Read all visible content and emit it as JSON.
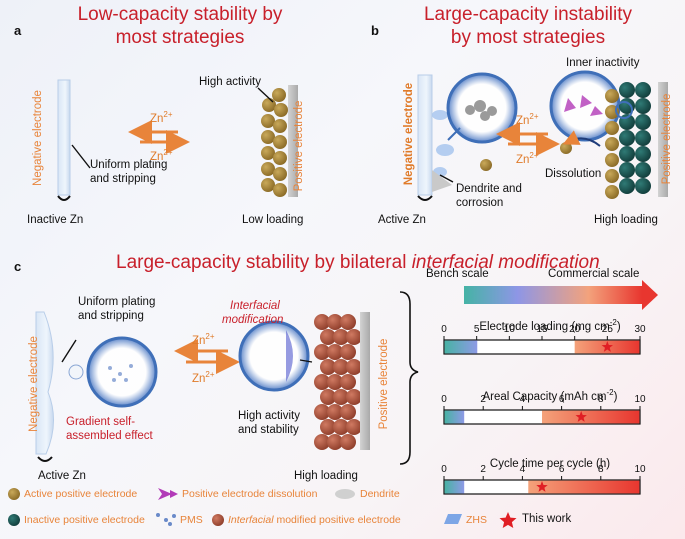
{
  "panels": {
    "a": {
      "letter": "a",
      "title_line1": "Low-capacity stability by",
      "title_line2": "most strategies",
      "negative_label": "Negative electrode",
      "positive_label": "Positive electrode",
      "high_activity": "High activity",
      "uniform_line1": "Uniform plating",
      "uniform_line2": "and stripping",
      "zn_top": "Zn",
      "zn_bottom": "Zn",
      "zn_sup": "2+",
      "inactive_zn": "Inactive Zn",
      "low_loading": "Low loading"
    },
    "b": {
      "letter": "b",
      "title_line1": "Large-capacity instability",
      "title_line2": "by most strategies",
      "negative_label": "Negative electrode",
      "positive_label": "Positive electrode",
      "inner_inactivity": "Inner inactivity",
      "dissolution": "Dissolution",
      "dendrite_line1": "Dendrite and",
      "dendrite_line2": "corrosion",
      "zn_top": "Zn",
      "zn_bottom": "Zn",
      "zn_sup": "2+",
      "active_zn": "Active Zn",
      "high_loading": "High loading"
    },
    "c": {
      "letter": "c",
      "title_main": "Large-capacity stability by bilateral ",
      "title_italic": "interfacial modification",
      "negative_label": "Negative electrode",
      "positive_label": "Positive electrode",
      "uniform_line1": "Uniform plating",
      "uniform_line2": "and stripping",
      "interfacial_line1": "Interfacial",
      "interfacial_line2": "modification",
      "gradient_line1": "Gradient self-",
      "gradient_line2": "assembled effect",
      "high_line1": "High activity",
      "high_line2": "and stability",
      "zn_top": "Zn",
      "zn_bottom": "Zn",
      "zn_sup": "2+",
      "active_zn": "Active Zn",
      "high_loading": "High loading"
    }
  },
  "scale": {
    "bench": "Bench scale",
    "commercial": "Commercial scale"
  },
  "charts": [
    {
      "title": "Electrode loading (mg cm",
      "title_sup": "-2",
      "title_close": ")",
      "ticks": [
        "0",
        "5",
        "10",
        "15",
        "20",
        "25",
        "30"
      ],
      "range": [
        0,
        30
      ],
      "bench_end": 5,
      "commercial_start": 20,
      "this_work": 25
    },
    {
      "title": "Areal Capacity (mAh cm",
      "title_sup": "-2",
      "title_close": ")",
      "ticks": [
        "0",
        "2",
        "4",
        "6",
        "8",
        "10"
      ],
      "range": [
        0,
        10
      ],
      "bench_end": 1,
      "commercial_start": 5,
      "this_work": 7
    },
    {
      "title": "Cycle time per cycle (h)",
      "title_sup": "",
      "title_close": "",
      "ticks": [
        "0",
        "2",
        "4",
        "6",
        "8",
        "10"
      ],
      "range": [
        0,
        10
      ],
      "bench_end": 1,
      "commercial_start": 4.3,
      "this_work": 5
    }
  ],
  "legend": {
    "active_positive": "Active positive electrode",
    "dissolution": "Positive electrode dissolution",
    "dendrite": "Dendrite",
    "inactive_positive": "Inactive positive electrode",
    "pms": "PMS",
    "interfacial_italic": "Interfacial",
    "interfacial_rest": " modified positive electrode",
    "zhs": "ZHS",
    "this_work": "This work"
  },
  "colors": {
    "title_red": "#c8202b",
    "orange": "#e8843a",
    "gold_particle": "#a8863a",
    "dark_teal_particle": "#1f5a57",
    "brown_particle": "#b0553f",
    "bench_teal": "#4fb3a8",
    "bench_blue": "#8e9ae6",
    "commercial_orange": "#f28a55",
    "commercial_red": "#e8362f",
    "star_red": "#e01e24"
  }
}
